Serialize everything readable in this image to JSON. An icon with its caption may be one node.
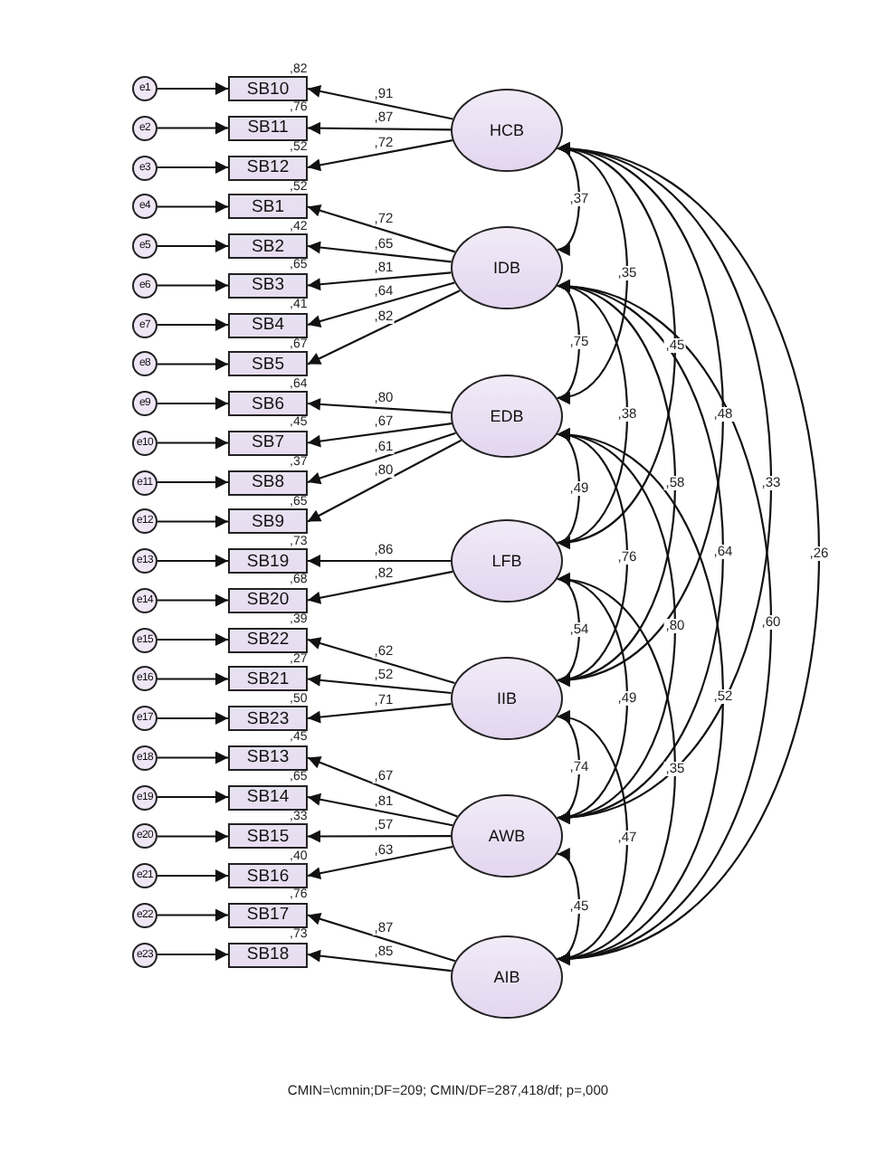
{
  "diagram": {
    "caption": "CMIN=\\cmnin;DF=209; CMIN/DF=287,418/df; p=,000",
    "nodes": [
      {
        "text": [
          "HCB"
        ]
      },
      {
        "text": [
          "IDB"
        ]
      },
      {
        "text": [
          "EDB"
        ]
      },
      {
        "text": [
          "LFB"
        ]
      },
      {
        "text": [
          "IIB"
        ]
      },
      {
        "text": [
          "AWB"
        ]
      },
      {
        "text": [
          "AIB"
        ]
      },
      {
        "text": [
          "e1"
        ]
      },
      {
        "text": [
          "SB10"
        ],
        "beside": [
          ",82"
        ]
      },
      {
        "text": [
          "e2"
        ]
      },
      {
        "text": [
          "SB11"
        ],
        "beside": [
          ",76"
        ]
      },
      {
        "text": [
          "e3"
        ]
      },
      {
        "text": [
          "SB12"
        ],
        "beside": [
          ",52"
        ]
      },
      {
        "text": [
          "e4"
        ]
      },
      {
        "text": [
          "SB1"
        ],
        "beside": [
          ",52"
        ]
      },
      {
        "text": [
          "e5"
        ]
      },
      {
        "text": [
          "SB2"
        ],
        "beside": [
          ",42"
        ]
      },
      {
        "text": [
          "e6"
        ]
      },
      {
        "text": [
          "SB3"
        ],
        "beside": [
          ",65"
        ]
      },
      {
        "text": [
          "e7"
        ]
      },
      {
        "text": [
          "SB4"
        ],
        "beside": [
          ",41"
        ]
      },
      {
        "text": [
          "e8"
        ]
      },
      {
        "text": [
          "SB5"
        ],
        "beside": [
          ",67"
        ]
      },
      {
        "text": [
          "e9"
        ]
      },
      {
        "text": [
          "SB6"
        ],
        "beside": [
          ",64"
        ]
      },
      {
        "text": [
          "e10"
        ]
      },
      {
        "text": [
          "SB7"
        ],
        "beside": [
          ",45"
        ]
      },
      {
        "text": [
          "e11"
        ]
      },
      {
        "text": [
          "SB8"
        ],
        "beside": [
          ",37"
        ]
      },
      {
        "text": [
          "e12"
        ]
      },
      {
        "text": [
          "SB9"
        ],
        "beside": [
          ",65"
        ]
      },
      {
        "text": [
          "e13"
        ]
      },
      {
        "text": [
          "SB19"
        ],
        "beside": [
          ",73"
        ]
      },
      {
        "text": [
          "e14"
        ]
      },
      {
        "text": [
          "SB20"
        ],
        "beside": [
          ",68"
        ]
      },
      {
        "text": [
          "e15"
        ]
      },
      {
        "text": [
          "SB22"
        ],
        "beside": [
          ",39"
        ]
      },
      {
        "text": [
          "e16"
        ]
      },
      {
        "text": [
          "SB21"
        ],
        "beside": [
          ",27"
        ]
      },
      {
        "text": [
          "e17"
        ]
      },
      {
        "text": [
          "SB23"
        ],
        "beside": [
          ",50"
        ]
      },
      {
        "text": [
          "e18"
        ]
      },
      {
        "text": [
          "SB13"
        ],
        "beside": [
          ",45"
        ]
      },
      {
        "text": [
          "e19"
        ]
      },
      {
        "text": [
          "SB14"
        ],
        "beside": [
          ",65"
        ]
      },
      {
        "text": [
          "e20"
        ]
      },
      {
        "text": [
          "SB15"
        ],
        "beside": [
          ",33"
        ]
      },
      {
        "text": [
          "e21"
        ]
      },
      {
        "text": [
          "SB16"
        ],
        "beside": [
          ",40"
        ]
      },
      {
        "text": [
          "e22"
        ]
      },
      {
        "text": [
          "SB17"
        ],
        "beside": [
          ",76"
        ]
      },
      {
        "text": [
          "e23"
        ]
      },
      {
        "text": [
          "SB18"
        ],
        "beside": [
          ",73"
        ]
      }
    ],
    "edges": [
      {
        "from": 0,
        "to": 8,
        "arrow": "to",
        "label": ",91"
      },
      {
        "from": 0,
        "to": 10,
        "arrow": "to",
        "label": ",87"
      },
      {
        "from": 0,
        "to": 12,
        "arrow": "to",
        "label": ",72"
      },
      {
        "from": 1,
        "to": 14,
        "arrow": "to",
        "label": ",72"
      },
      {
        "from": 1,
        "to": 16,
        "arrow": "to",
        "label": ",65"
      },
      {
        "from": 1,
        "to": 18,
        "arrow": "to",
        "label": ",81"
      },
      {
        "from": 1,
        "to": 20,
        "arrow": "to",
        "label": ",64"
      },
      {
        "from": 1,
        "to": 22,
        "arrow": "to",
        "label": ",82"
      },
      {
        "from": 2,
        "to": 24,
        "arrow": "to",
        "label": ",80"
      },
      {
        "from": 2,
        "to": 26,
        "arrow": "to",
        "label": ",67"
      },
      {
        "from": 2,
        "to": 28,
        "arrow": "to",
        "label": ",61"
      },
      {
        "from": 2,
        "to": 30,
        "arrow": "to",
        "label": ",80"
      },
      {
        "from": 3,
        "to": 32,
        "arrow": "to",
        "label": ",86"
      },
      {
        "from": 3,
        "to": 34,
        "arrow": "to",
        "label": ",82"
      },
      {
        "from": 4,
        "to": 36,
        "arrow": "to",
        "label": ",62"
      },
      {
        "from": 4,
        "to": 38,
        "arrow": "to",
        "label": ",52"
      },
      {
        "from": 4,
        "to": 40,
        "arrow": "to",
        "label": ",71"
      },
      {
        "from": 5,
        "to": 42,
        "arrow": "to",
        "label": ",67"
      },
      {
        "from": 5,
        "to": 44,
        "arrow": "to",
        "label": ",81"
      },
      {
        "from": 5,
        "to": 46,
        "arrow": "to",
        "label": ",57"
      },
      {
        "from": 5,
        "to": 48,
        "arrow": "to",
        "label": ",63"
      },
      {
        "from": 6,
        "to": 50,
        "arrow": "to",
        "label": ",87"
      },
      {
        "from": 6,
        "to": 52,
        "arrow": "to",
        "label": ",85"
      },
      {
        "from": 7,
        "to": 8,
        "arrow": "to"
      },
      {
        "from": 9,
        "to": 10,
        "arrow": "to"
      },
      {
        "from": 11,
        "to": 12,
        "arrow": "to"
      },
      {
        "from": 13,
        "to": 14,
        "arrow": "to"
      },
      {
        "from": 15,
        "to": 16,
        "arrow": "to"
      },
      {
        "from": 17,
        "to": 18,
        "arrow": "to"
      },
      {
        "from": 19,
        "to": 20,
        "arrow": "to"
      },
      {
        "from": 21,
        "to": 22,
        "arrow": "to"
      },
      {
        "from": 23,
        "to": 24,
        "arrow": "to"
      },
      {
        "from": 25,
        "to": 26,
        "arrow": "to"
      },
      {
        "from": 27,
        "to": 28,
        "arrow": "to"
      },
      {
        "from": 29,
        "to": 30,
        "arrow": "to"
      },
      {
        "from": 31,
        "to": 32,
        "arrow": "to"
      },
      {
        "from": 33,
        "to": 34,
        "arrow": "to"
      },
      {
        "from": 35,
        "to": 36,
        "arrow": "to"
      },
      {
        "from": 37,
        "to": 38,
        "arrow": "to"
      },
      {
        "from": 39,
        "to": 40,
        "arrow": "to"
      },
      {
        "from": 41,
        "to": 42,
        "arrow": "to"
      },
      {
        "from": 43,
        "to": 44,
        "arrow": "to"
      },
      {
        "from": 45,
        "to": 46,
        "arrow": "to"
      },
      {
        "from": 47,
        "to": 48,
        "arrow": "to"
      },
      {
        "from": 49,
        "to": 50,
        "arrow": "to"
      },
      {
        "from": 51,
        "to": 52,
        "arrow": "to"
      },
      {
        "from": 0,
        "to": 1,
        "arrow": "both",
        "label": ",37"
      },
      {
        "from": 0,
        "to": 2,
        "arrow": "both",
        "label": ",35"
      },
      {
        "from": 1,
        "to": 2,
        "arrow": "both",
        "label": ",75"
      },
      {
        "from": 0,
        "to": 3,
        "arrow": "both",
        "label": ",45"
      },
      {
        "from": 1,
        "to": 3,
        "arrow": "both",
        "label": ",38"
      },
      {
        "from": 2,
        "to": 3,
        "arrow": "both",
        "label": ",49"
      },
      {
        "from": 0,
        "to": 4,
        "arrow": "both",
        "label": ",48"
      },
      {
        "from": 1,
        "to": 4,
        "arrow": "both",
        "label": ",58"
      },
      {
        "from": 2,
        "to": 4,
        "arrow": "both",
        "label": ",76"
      },
      {
        "from": 3,
        "to": 4,
        "arrow": "both",
        "label": ",54"
      },
      {
        "from": 0,
        "to": 5,
        "arrow": "both",
        "label": ",33"
      },
      {
        "from": 1,
        "to": 5,
        "arrow": "both",
        "label": ",64"
      },
      {
        "from": 2,
        "to": 5,
        "arrow": "both",
        "label": ",80"
      },
      {
        "from": 3,
        "to": 5,
        "arrow": "both",
        "label": ",49"
      },
      {
        "from": 4,
        "to": 5,
        "arrow": "both",
        "label": ",74"
      },
      {
        "from": 0,
        "to": 6,
        "arrow": "both",
        "label": ",26"
      },
      {
        "from": 1,
        "to": 6,
        "arrow": "both",
        "label": ",60"
      },
      {
        "from": 2,
        "to": 6,
        "arrow": "both",
        "label": ",52"
      },
      {
        "from": 3,
        "to": 6,
        "arrow": "both",
        "label": ",35"
      },
      {
        "from": 4,
        "to": 6,
        "arrow": "both",
        "label": ",47"
      },
      {
        "from": 5,
        "to": 6,
        "arrow": "both",
        "label": ",45"
      }
    ]
  }
}
